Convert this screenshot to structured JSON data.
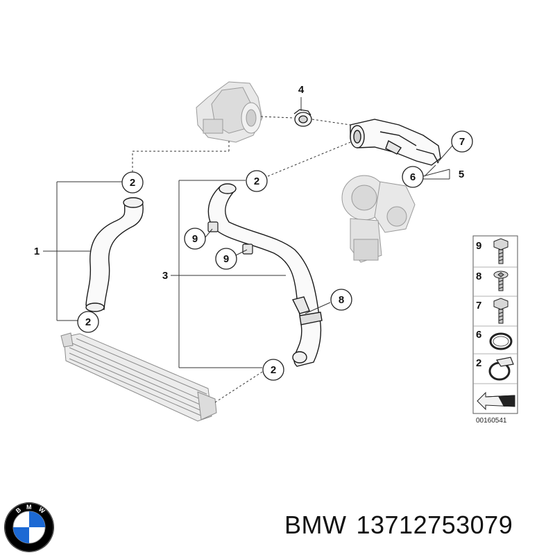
{
  "callouts": {
    "c4": "4",
    "c7": "7",
    "c5": "5",
    "c6": "6",
    "c2_top_left": "2",
    "c2_top_mid": "2",
    "c2_bottom_left": "2",
    "c2_bottom_mid": "2",
    "c1": "1",
    "c3": "3",
    "c9_a": "9",
    "c9_b": "9",
    "c8": "8"
  },
  "legend": {
    "items": [
      {
        "number": "9",
        "part": "hex-bolt"
      },
      {
        "number": "8",
        "part": "torx-screw"
      },
      {
        "number": "7",
        "part": "hex-bolt"
      },
      {
        "number": "6",
        "part": "o-ring"
      },
      {
        "number": "2",
        "part": "hose-clamp"
      }
    ]
  },
  "diagram_code": "00160541",
  "footer": {
    "brand": "BMW",
    "part_number": "13712753079"
  },
  "logo": {
    "letters": "BMW",
    "blue": "#1c69d4",
    "white": "#ffffff"
  }
}
